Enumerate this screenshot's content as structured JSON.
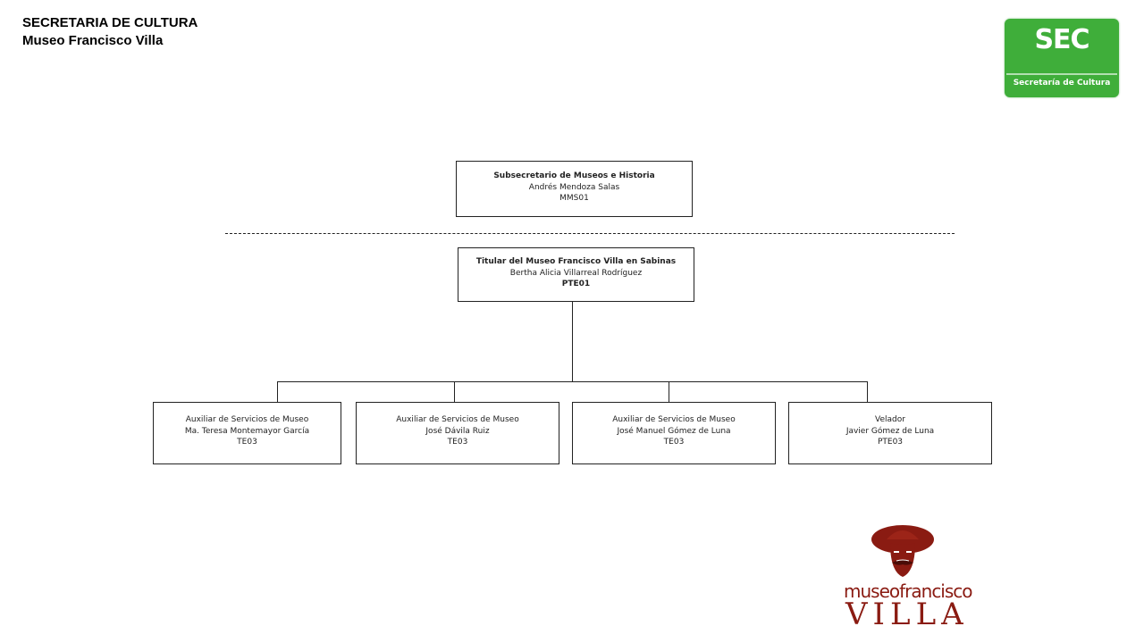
{
  "header": {
    "org": "SECRETARIA DE CULTURA",
    "museum": "Museo Francisco Villa"
  },
  "logos": {
    "sec": {
      "big": "SEC",
      "small": "Secretaría de Cultura",
      "color": "#3fae3a"
    },
    "museum": {
      "top": "museofrancisco",
      "bottom": "VILLA",
      "color": "#8a1b12"
    }
  },
  "org_chart": {
    "top": {
      "title": "Subsecretario de Museos e Historia",
      "name": "Andrés Mendoza Salas",
      "code": "MMS01"
    },
    "head": {
      "title": "Titular del Museo Francisco  Villa en Sabinas",
      "name": "Bertha Alicia Villarreal Rodríguez",
      "code": "PTE01"
    },
    "staff": [
      {
        "title": "Auxiliar de Servicios de Museo",
        "name": "Ma. Teresa Montemayor García",
        "code": "TE03"
      },
      {
        "title": "Auxiliar de Servicios de Museo",
        "name": "José Dávila Ruiz",
        "code": "TE03"
      },
      {
        "title": "Auxiliar de Servicios de Museo",
        "name": "José Manuel  Gómez de Luna",
        "code": "TE03"
      },
      {
        "title": "Velador",
        "name": "Javier Gómez de Luna",
        "code": "PTE03"
      }
    ]
  }
}
